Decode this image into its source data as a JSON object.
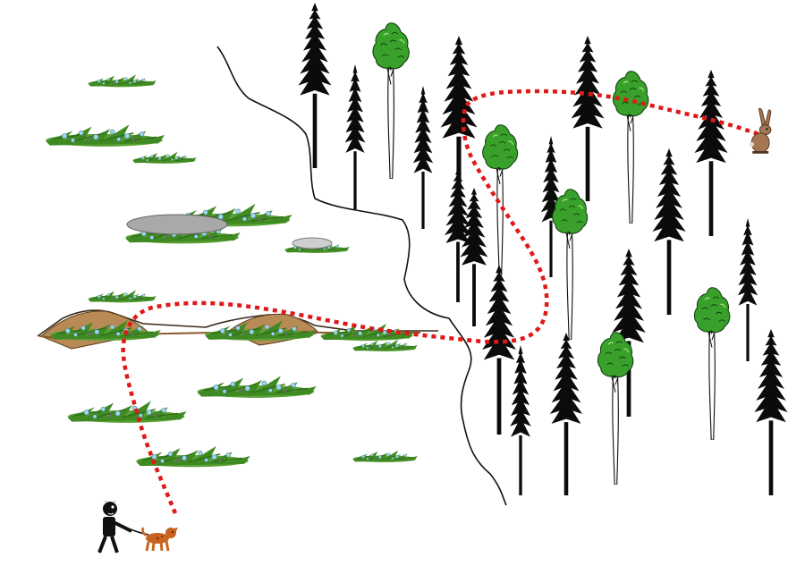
{
  "colors": {
    "background": "#ffffff",
    "trail": "#e01818",
    "boundary": "#111111",
    "conifer": "#0b0b0b",
    "leaf_tree_crown": "#3aa02c",
    "leaf_tree_trunk": "#ffffff",
    "grass": "#4f9a2c",
    "grass_flowers": "#9fd6e8",
    "mound_soil": "#b88a55",
    "mound_rock": "#a9a9a9",
    "hiker": "#111111",
    "dog": "#c8641e",
    "rabbit": "#a57652"
  },
  "icons": {
    "hiker": "person-walking-icon",
    "dog": "dog-icon",
    "rabbit": "rabbit-icon",
    "conifer": "conifer-tree-icon",
    "leaf_tree": "deciduous-tree-icon",
    "grass": "grass-tuft-icon",
    "mound": "dirt-mound-icon",
    "rock": "rock-icon"
  },
  "path": {
    "style": "dotted",
    "start": "hiker-and-dog",
    "end": "rabbit"
  }
}
